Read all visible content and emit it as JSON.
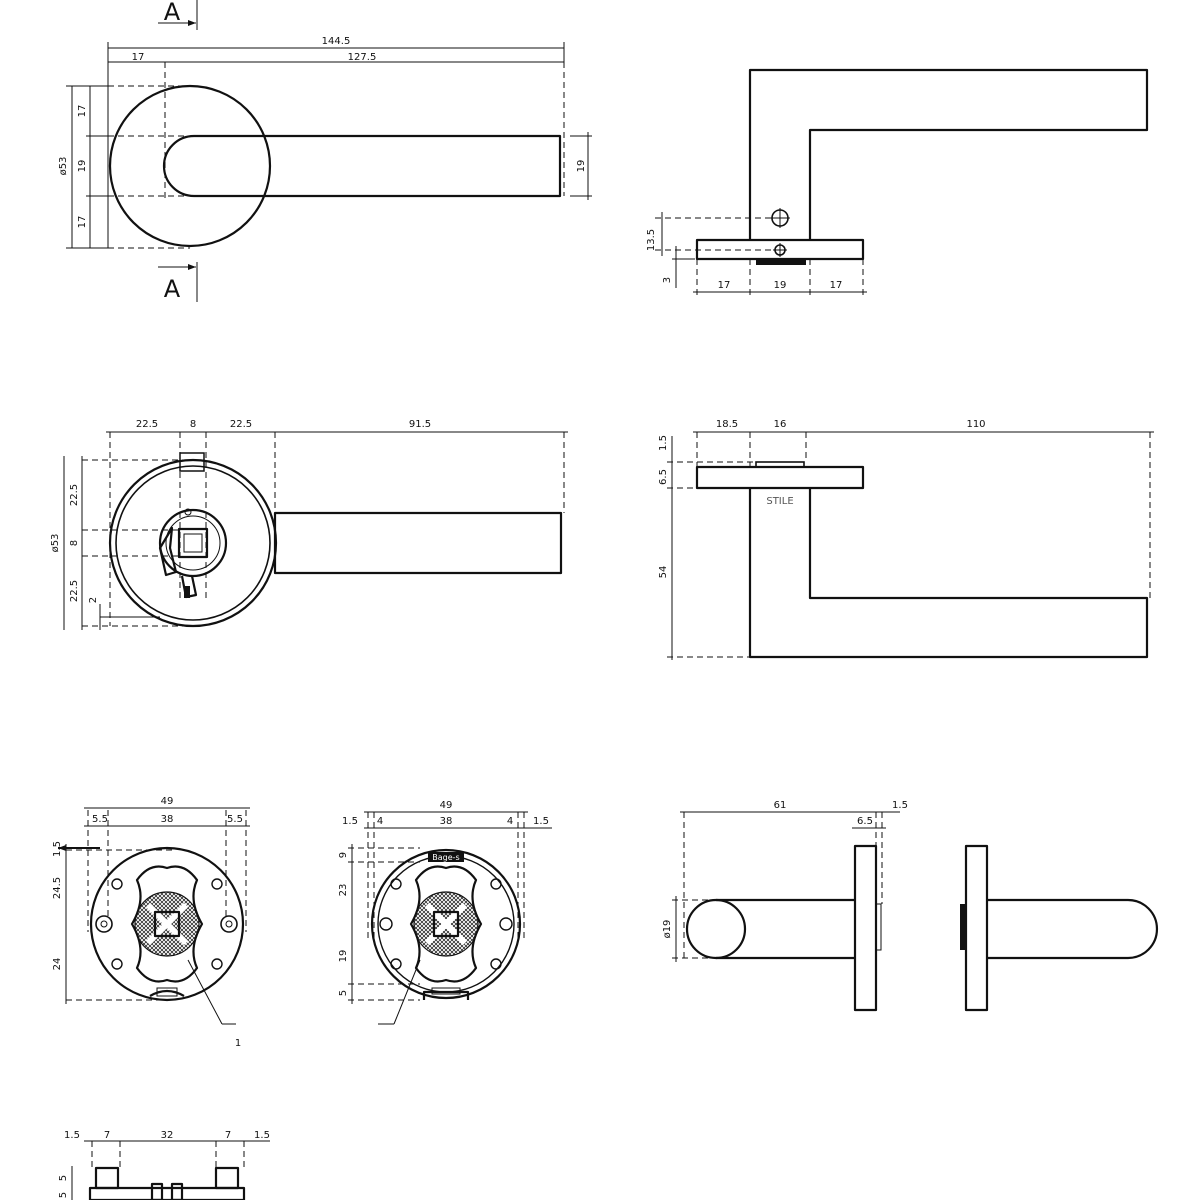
{
  "section_marker": "A",
  "top_view": {
    "overall_length": "144.5",
    "rose_offset": "17",
    "lever_length": "127.5",
    "rose_diameter": "ø53",
    "upper_offset": "17",
    "lever_width": "19",
    "lower_offset": "17",
    "lever_end_width": "19"
  },
  "side_view_top": {
    "rose_offset_height": "13.5",
    "rose_thickness": "3",
    "left_width": "17",
    "center_width": "19",
    "right_width": "17"
  },
  "back_view": {
    "left_radius": "22.5",
    "slot_width": "8",
    "right_radius": "22.5",
    "lever_projection": "91.5",
    "rose_diameter": "ø53",
    "upper_radius": "22.5",
    "center_slot": "8",
    "lower_radius": "22.5",
    "edge_offset": "2"
  },
  "side_view_bottom": {
    "rose_offset": "18.5",
    "neck_width": "16",
    "lever_reach": "110",
    "top_gap": "1.5",
    "rose_thickness": "6.5",
    "lever_drop": "54",
    "stile_label": "STILE"
  },
  "rose_plate_a": {
    "overall_width": "49",
    "left_margin": "5.5",
    "hole_spacing": "38",
    "right_margin": "5.5",
    "top_offset": "1.5",
    "upper_height": "24.5",
    "lower_height": "24"
  },
  "rose_plate_b": {
    "overall_width": "49",
    "outer_left": "1.5",
    "left_margin": "4",
    "hole_spacing": "38",
    "right_margin": "4",
    "outer_right": "1.5",
    "top_gap": "9",
    "upper_height": "23",
    "lower_height": "19",
    "bottom_height": "5",
    "label_text": "Bage-s"
  },
  "end_view": {
    "lever_length": "61",
    "plate_thickness": "6.5",
    "gap": "1.5",
    "lever_diameter": "ø19"
  },
  "base_view": {
    "outer_left": "1.5",
    "left_margin": "7",
    "center": "32",
    "right_margin": "7",
    "outer_right": "1.5",
    "upper_step": "5",
    "lower_step": "5"
  },
  "leader_label": "1"
}
